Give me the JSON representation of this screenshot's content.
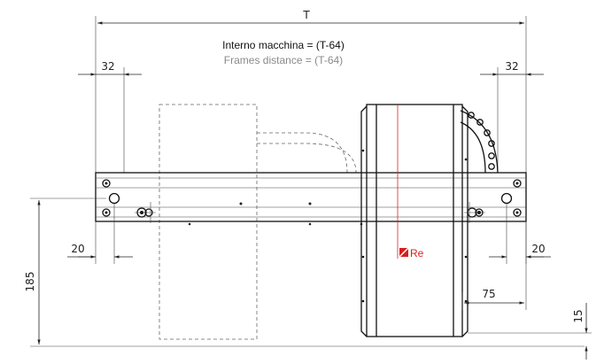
{
  "dimensions": {
    "overall": "T",
    "left_offset": "32",
    "right_offset": "32",
    "left_small": "20",
    "right_small": "20",
    "height": "185",
    "right_mid": "75",
    "bottom_small": "15"
  },
  "notes": {
    "internal": "Interno macchina = (T-64)",
    "frames": "Frames distance = (T-64)"
  },
  "logo": {
    "text": "Re"
  },
  "colors": {
    "text_dark": "#111111",
    "text_gray": "#8a8a8a",
    "logo_red": "#d81e1e",
    "center_line": "#d22"
  }
}
